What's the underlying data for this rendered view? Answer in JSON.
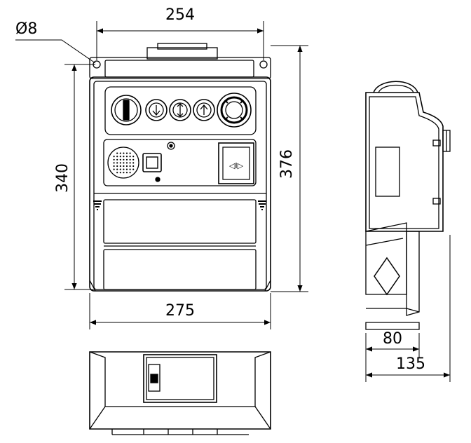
{
  "drawing": {
    "dimensions": {
      "hole_diameter": "Ø8",
      "hole_spacing_width": "254",
      "overall_width": "275",
      "hole_spacing_height": "340",
      "overall_height": "376",
      "depth_base": "80",
      "overall_depth": "135"
    },
    "socket_symbol": "◁I▷"
  }
}
